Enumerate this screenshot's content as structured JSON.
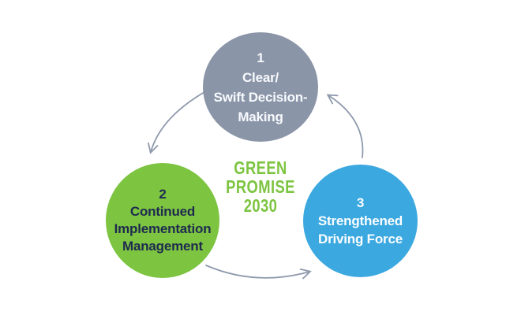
{
  "diagram": {
    "background_color": "#FFFFFF",
    "center_title": {
      "lines": [
        "GREEN",
        "PROMISE",
        "2030"
      ],
      "color": "#7DC441"
    },
    "nodes": [
      {
        "number": "1",
        "label_lines": [
          "Clear/",
          "Swift Decision-",
          "Making"
        ],
        "circle_color": "#8B95A8",
        "text_color": "#FFFFFF",
        "position": "top"
      },
      {
        "number": "2",
        "label_lines": [
          "Continued",
          "Implementation",
          "Management"
        ],
        "circle_color": "#7DC441",
        "text_color": "#1E2A4E",
        "position": "bottom-left"
      },
      {
        "number": "3",
        "label_lines": [
          "Strengthened",
          "Driving Force"
        ],
        "circle_color": "#3BA8E0",
        "text_color": "#FFFFFF",
        "position": "bottom-right"
      }
    ],
    "arrows": [
      {
        "from": "1",
        "to": "2",
        "color": "#8F9AAD"
      },
      {
        "from": "2",
        "to": "3",
        "color": "#8F9AAD"
      },
      {
        "from": "3",
        "to": "1",
        "color": "#8F9AAD"
      }
    ]
  }
}
